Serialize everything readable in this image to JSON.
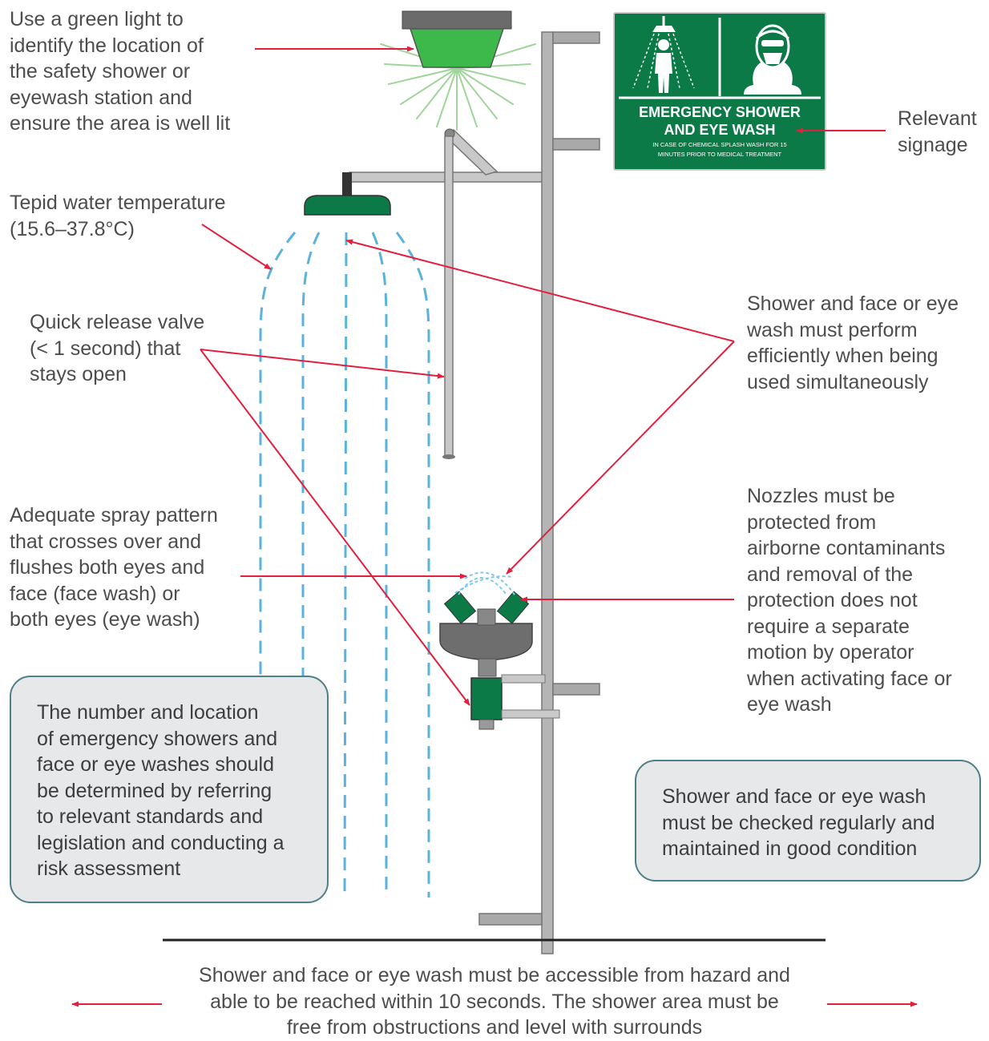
{
  "colors": {
    "green": "#0b7a47",
    "light_green": "#3db84a",
    "arrow_red": "#e21f3d",
    "water_blue": "#5ab3dd",
    "pole_gray": "#b5b5b5",
    "box_bg": "#e6e8e9",
    "box_border": "#4f7f88"
  },
  "icons": {
    "light": "green-light-icon",
    "sign_shower": "person-under-shower-icon",
    "sign_eyewash": "person-face-eyewash-icon"
  },
  "sign": {
    "title_line1": "EMERGENCY SHOWER",
    "title_line2": "AND EYE WASH",
    "small_line1": "IN CASE OF CHEMICAL SPLASH WASH FOR 15",
    "small_line2": "MINUTES PRIOR TO MEDICAL TREATMENT"
  },
  "labels": {
    "green_light": "Use a green light to\nidentify the location of\nthe safety shower or\neyewash station and\nensure the area is well lit",
    "signage": "Relevant\nsignage",
    "tepid": "Tepid water temperature\n(15.6–37.8°C)",
    "quick_release": "Quick release valve\n(< 1 second) that\nstays open",
    "simultaneous": "Shower and face or eye\nwash must perform\nefficiently when being\nused simultaneously",
    "spray_pattern": "Adequate spray pattern\nthat crosses over and\nflushes both eyes and\nface (face wash) or\nboth eyes (eye wash)",
    "nozzles": "Nozzles must be\nprotected from\nairborne contaminants\nand removal of the\nprotection does not\nrequire a separate\nmotion by operator\nwhen activating face or\neye wash",
    "accessible": "Shower and face or eye wash must be accessible from hazard and\nable to be reached within 10 seconds. The shower area must be\nfree from obstructions and level with surrounds"
  },
  "boxes": {
    "number_location": "The number and location\nof emergency showers and\nface or eye washes should\nbe determined by referring\nto relevant standards and\nlegislation and conducting a\nrisk assessment",
    "checked_regularly": "Shower and face or eye wash\nmust be checked regularly and\nmaintained in good condition"
  }
}
